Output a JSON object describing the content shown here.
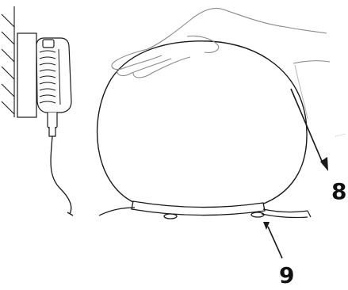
{
  "diagram": {
    "callouts": [
      {
        "id": "callout-8",
        "label": "8"
      },
      {
        "id": "callout-9",
        "label": "9"
      }
    ],
    "components": {
      "wall": "wall-surface",
      "adapter": "power-adapter",
      "cable": "power-cable",
      "lamp": "spherical-lamp",
      "base": "lamp-base",
      "hand": "hand-outline",
      "base_cable_tag": "cable-tag"
    },
    "colors": {
      "line": "#1a1a1a",
      "light_line": "#9a9a9a",
      "text": "#111111"
    }
  }
}
